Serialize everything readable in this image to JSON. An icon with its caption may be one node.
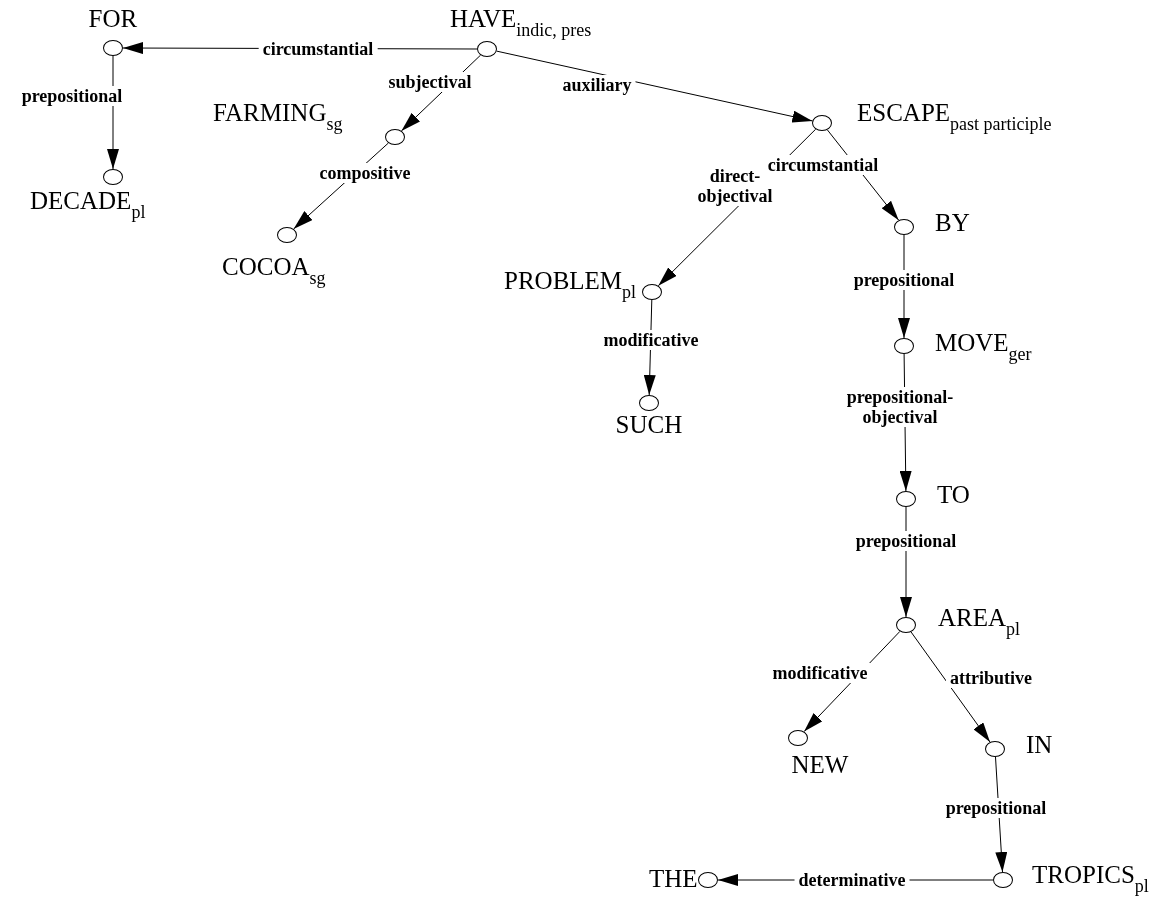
{
  "diagram": {
    "nodes": [
      {
        "text": [
          "HAVE$_{indic, pres}$"
        ]
      },
      {
        "text": [
          "FOR"
        ]
      },
      {
        "text": [
          "DECADE$_{pl}$"
        ]
      },
      {
        "text": [
          "FARMING$_{sg}$"
        ]
      },
      {
        "text": [
          "COCOA$_{sg}$"
        ]
      },
      {
        "text": [
          "ESCAPE$_{past participle}$"
        ]
      },
      {
        "text": [
          "PROBLEM$_{pl}$"
        ]
      },
      {
        "text": [
          "SUCH"
        ]
      },
      {
        "text": [
          "BY"
        ]
      },
      {
        "text": [
          "MOVE$_{ger}$"
        ]
      },
      {
        "text": [
          "TO"
        ]
      },
      {
        "text": [
          "AREA$_{pl}$"
        ]
      },
      {
        "text": [
          "NEW"
        ]
      },
      {
        "text": [
          "IN"
        ]
      },
      {
        "text": [
          "TROPICS$_{pl}$"
        ]
      },
      {
        "text": [
          "THE"
        ]
      }
    ],
    "edges": [
      {
        "from": 0,
        "to": 1,
        "arrow": "to",
        "label": "circumstantial"
      },
      {
        "from": 1,
        "to": 2,
        "arrow": "to",
        "label": "prepositional"
      },
      {
        "from": 0,
        "to": 3,
        "arrow": "to",
        "label": "subjectival"
      },
      {
        "from": 3,
        "to": 4,
        "arrow": "to",
        "label": "compositive"
      },
      {
        "from": 0,
        "to": 5,
        "arrow": "to",
        "label": "auxiliary"
      },
      {
        "from": 5,
        "to": 6,
        "arrow": "to",
        "label": "direct-objectival"
      },
      {
        "from": 5,
        "to": 8,
        "arrow": "to",
        "label": "circumstantial"
      },
      {
        "from": 6,
        "to": 7,
        "arrow": "to",
        "label": "modificative"
      },
      {
        "from": 8,
        "to": 9,
        "arrow": "to",
        "label": "prepositional"
      },
      {
        "from": 9,
        "to": 10,
        "arrow": "to",
        "label": "prepositional-objectival"
      },
      {
        "from": 10,
        "to": 11,
        "arrow": "to",
        "label": "prepositional"
      },
      {
        "from": 11,
        "to": 12,
        "arrow": "to",
        "label": "modificative"
      },
      {
        "from": 11,
        "to": 13,
        "arrow": "to",
        "label": "attributive"
      },
      {
        "from": 13,
        "to": 14,
        "arrow": "to",
        "label": "prepositional"
      },
      {
        "from": 14,
        "to": 15,
        "arrow": "to",
        "label": "determinative"
      }
    ]
  }
}
